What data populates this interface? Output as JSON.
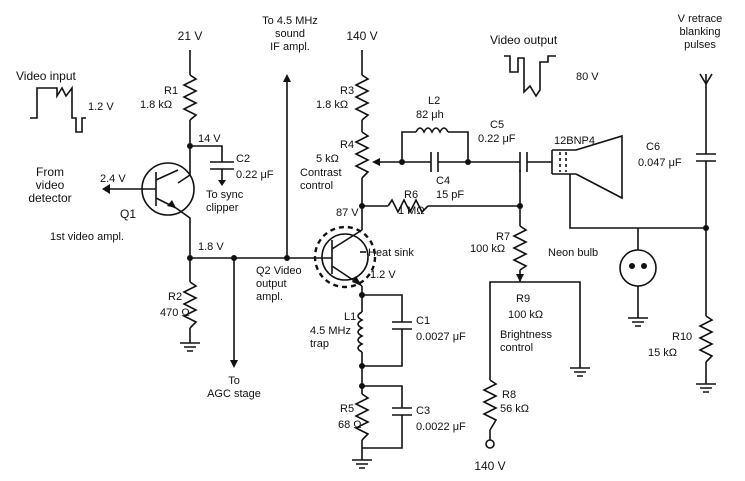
{
  "supplies": {
    "v21": "21 V",
    "v140_top": "140 V",
    "v140_bottom": "140 V"
  },
  "video_input": {
    "label": "Video input",
    "amplitude": "1.2 V"
  },
  "video_output": {
    "label": "Video output",
    "amplitude": "80 V"
  },
  "inputs": {
    "from_detector": "From\nvideo\ndetector",
    "level": "2.4 V"
  },
  "q1": {
    "name": "Q1",
    "description": "1st video ampl.",
    "collector_v": "14 V",
    "emitter_v": "1.8 V"
  },
  "q2": {
    "name": "Q2 Video\noutput\nampl.",
    "heat_sink": "Heat sink",
    "collector_v": "87 V",
    "emitter_v": "1.2 V"
  },
  "labels": {
    "sync": "To sync\nclipper",
    "sound": "To 4.5 MHz\nsound\nIF ampl.",
    "agc": "To\nAGC stage",
    "contrast": "Contrast\ncontrol",
    "brightness": "Brightness\ncontrol",
    "trap": "4.5 MHz\ntrap",
    "tube": "12BNP4",
    "neon": "Neon bulb",
    "retrace": "V retrace\nblanking\npulses"
  },
  "components": {
    "R1": {
      "ref": "R1",
      "value": "1.8 kΩ"
    },
    "R2": {
      "ref": "R2",
      "value": "470 Ω"
    },
    "R3": {
      "ref": "R3",
      "value": "1.8 kΩ"
    },
    "R4": {
      "ref": "R4",
      "value": "5 kΩ"
    },
    "R5": {
      "ref": "R5",
      "value": "68 Ω"
    },
    "R6": {
      "ref": "R6",
      "value": "1 MΩ"
    },
    "R7": {
      "ref": "R7",
      "value": "100 kΩ"
    },
    "R8": {
      "ref": "R8",
      "value": "56 kΩ"
    },
    "R9": {
      "ref": "R9",
      "value": "100 kΩ"
    },
    "R10": {
      "ref": "R10",
      "value": "15 kΩ"
    },
    "C1": {
      "ref": "C1",
      "value": "0.0027 μF"
    },
    "C2": {
      "ref": "C2",
      "value": "0.22 μF"
    },
    "C3": {
      "ref": "C3",
      "value": "0.0022 μF"
    },
    "C4": {
      "ref": "C4",
      "value": "15 pF"
    },
    "C5": {
      "ref": "C5",
      "value": "0.22 μF"
    },
    "C6": {
      "ref": "C6",
      "value": "0.047 μF"
    },
    "L1": {
      "ref": "L1"
    },
    "L2": {
      "ref": "L2",
      "value": "82 μh"
    }
  }
}
